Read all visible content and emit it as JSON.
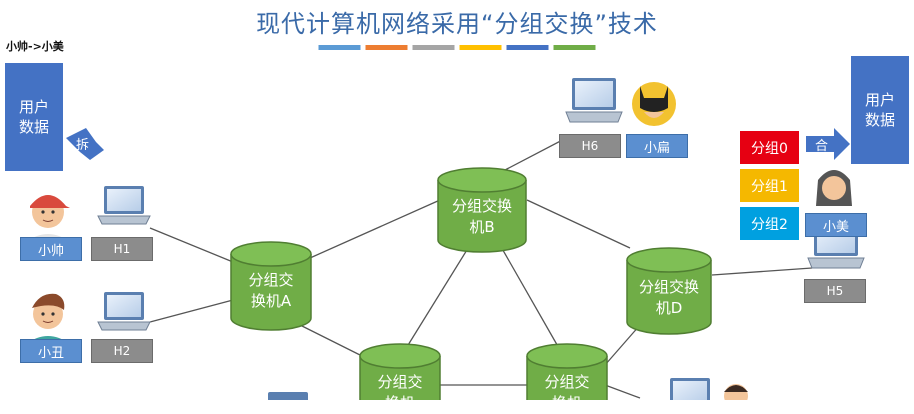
{
  "title": "现代计算机网络采用“分组交换”技术",
  "title_bar_colors": [
    "#5b9bd5",
    "#ed7d31",
    "#a5a5a5",
    "#ffc000",
    "#4472c4",
    "#70ad47"
  ],
  "flow_label": "小帅->小美",
  "user_data_left": [
    "用户",
    "数据"
  ],
  "user_data_right": [
    "用户",
    "数据"
  ],
  "split_label": "拆",
  "merge_label": "合",
  "users": {
    "xiaoshuai": "小帅",
    "xiaochou": "小丑",
    "xiaobian": "小扁",
    "xiaomei": "小美"
  },
  "hosts": {
    "h1": "H1",
    "h2": "H2",
    "h5": "H5",
    "h6": "H6"
  },
  "switches": {
    "a": [
      "分组交",
      "换机A"
    ],
    "b": [
      "分组交换",
      "机B"
    ],
    "c": [
      "分组交",
      "换机"
    ],
    "d": [
      "分组交换",
      "机D"
    ],
    "e": [
      "分组交",
      "换机"
    ]
  },
  "packets": [
    {
      "label": "分组0",
      "color": "#e60012"
    },
    {
      "label": "分组1",
      "color": "#f5b800"
    },
    {
      "label": "分组2",
      "color": "#00a0e0"
    }
  ],
  "colors": {
    "switch_fill": "#70ad47",
    "switch_stroke": "#507e32",
    "user_blue": "#4472c4",
    "link": "#555555"
  }
}
